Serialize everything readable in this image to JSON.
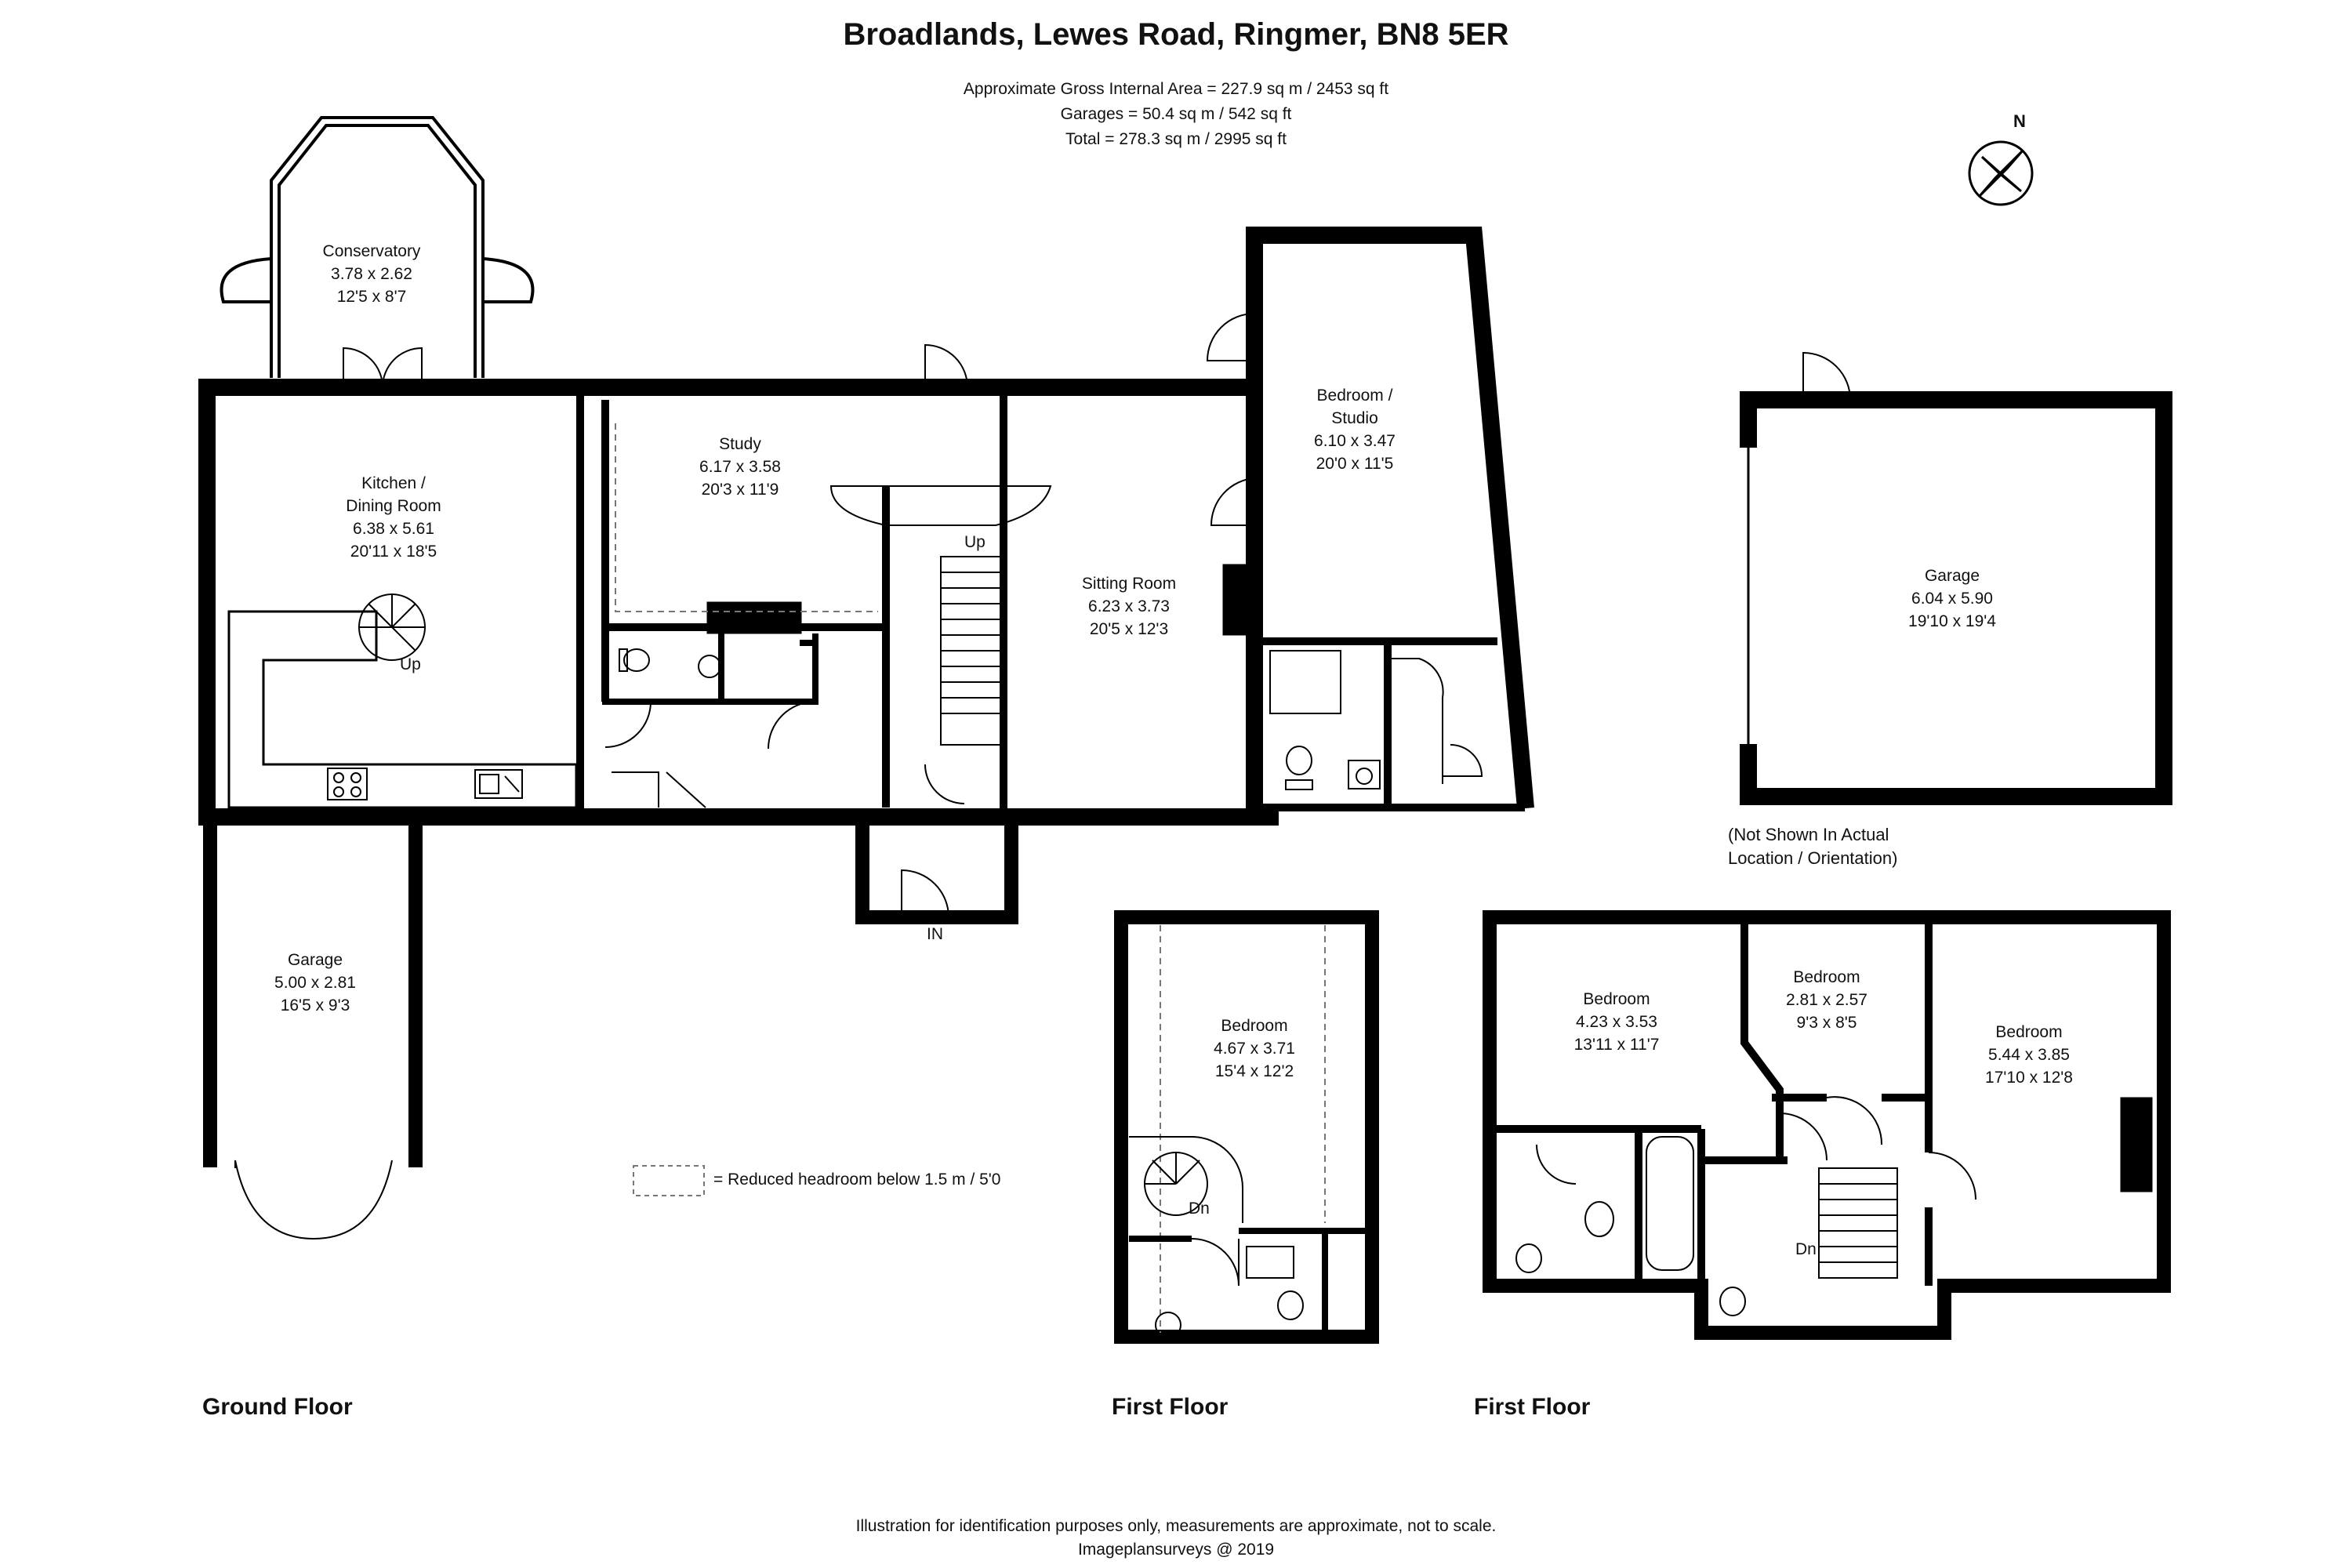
{
  "title": "Broadlands, Lewes Road, Ringmer, BN8 5ER",
  "areas": {
    "gross": "Approximate Gross Internal Area = 227.9 sq m / 2453 sq ft",
    "garages": "Garages = 50.4 sq m / 542 sq ft",
    "total": "Total = 278.3 sq m / 2995 sq ft"
  },
  "north_label": "N",
  "rooms": {
    "conservatory": {
      "name": "Conservatory",
      "metric": "3.78 x 2.62",
      "imperial": "12'5 x 8'7"
    },
    "kitchen": {
      "name1": "Kitchen /",
      "name2": "Dining Room",
      "metric": "6.38 x 5.61",
      "imperial": "20'11 x 18'5"
    },
    "study": {
      "name": "Study",
      "metric": "6.17 x 3.58",
      "imperial": "20'3 x 11'9"
    },
    "sitting": {
      "name": "Sitting Room",
      "metric": "6.23 x 3.73",
      "imperial": "20'5 x 12'3"
    },
    "bedroom_studio": {
      "name1": "Bedroom /",
      "name2": "Studio",
      "metric": "6.10 x 3.47",
      "imperial": "20'0 x 11'5"
    },
    "garage_main": {
      "name": "Garage",
      "metric": "6.04 x 5.90",
      "imperial": "19'10 x 19'4"
    },
    "garage_small": {
      "name": "Garage",
      "metric": "5.00 x 2.81",
      "imperial": "16'5 x 9'3"
    },
    "bedroom_a": {
      "name": "Bedroom",
      "metric": "4.67 x 3.71",
      "imperial": "15'4 x 12'2"
    },
    "bedroom_b": {
      "name": "Bedroom",
      "metric": "4.23 x 3.53",
      "imperial": "13'11 x 11'7"
    },
    "bedroom_c": {
      "name": "Bedroom",
      "metric": "2.81 x 2.57",
      "imperial": "9'3 x 8'5"
    },
    "bedroom_d": {
      "name": "Bedroom",
      "metric": "5.44 x 3.85",
      "imperial": "17'10 x 12'8"
    }
  },
  "tags": {
    "up_kitchen": "Up",
    "up_hall": "Up",
    "in": "IN",
    "dn_first_a": "Dn",
    "dn_first_b": "Dn"
  },
  "garage_note": {
    "line1": "(Not Shown In Actual",
    "line2": "Location / Orientation)"
  },
  "legend": "=  Reduced headroom below 1.5 m / 5'0",
  "floors": {
    "ground": "Ground Floor",
    "first_a": "First Floor",
    "first_b": "First Floor"
  },
  "footer": {
    "disclaimer": "Illustration for identification purposes only, measurements are approximate, not to scale.",
    "copyright": "Imageplansurveys @ 2019"
  }
}
